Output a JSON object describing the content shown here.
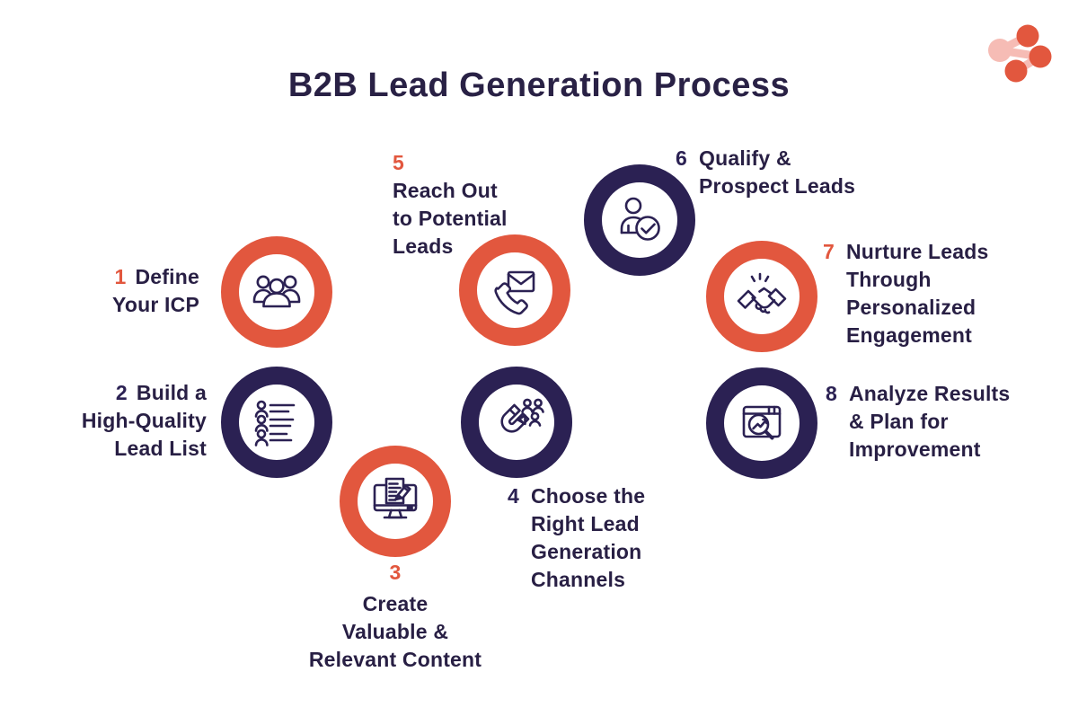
{
  "title": "B2B Lead Generation Process",
  "colors": {
    "coral": "#E2573E",
    "navy_ring": "#2B2153",
    "text_navy": "#281F44",
    "logo_pink": "#F6BCB5",
    "background": "#FFFFFF"
  },
  "logo": {
    "icon": "share-network-logo"
  },
  "steps": [
    {
      "number": "1",
      "lines": [
        "Define",
        "Your ICP"
      ],
      "icon": "people-group-icon",
      "accent": "coral"
    },
    {
      "number": "2",
      "lines": [
        "Build a",
        "High-Quality",
        "Lead List"
      ],
      "icon": "lead-list-icon",
      "accent": "navy"
    },
    {
      "number": "3",
      "lines": [
        "Create",
        "Valuable &",
        "Relevant Content"
      ],
      "icon": "content-monitor-icon",
      "accent": "coral"
    },
    {
      "number": "4",
      "lines": [
        "Choose the",
        "Right Lead",
        "Generation",
        "Channels"
      ],
      "icon": "magnet-leads-icon",
      "accent": "navy"
    },
    {
      "number": "5",
      "lines": [
        "Reach Out",
        "to Potential",
        "Leads"
      ],
      "icon": "phone-mail-icon",
      "accent": "coral"
    },
    {
      "number": "6",
      "lines": [
        "Qualify &",
        "Prospect Leads"
      ],
      "icon": "person-check-icon",
      "accent": "navy"
    },
    {
      "number": "7",
      "lines": [
        "Nurture Leads",
        "Through",
        "Personalized",
        "Engagement"
      ],
      "icon": "handshake-icon",
      "accent": "coral"
    },
    {
      "number": "8",
      "lines": [
        "Analyze Results",
        "& Plan for",
        "Improvement"
      ],
      "icon": "analytics-search-icon",
      "accent": "navy"
    }
  ]
}
